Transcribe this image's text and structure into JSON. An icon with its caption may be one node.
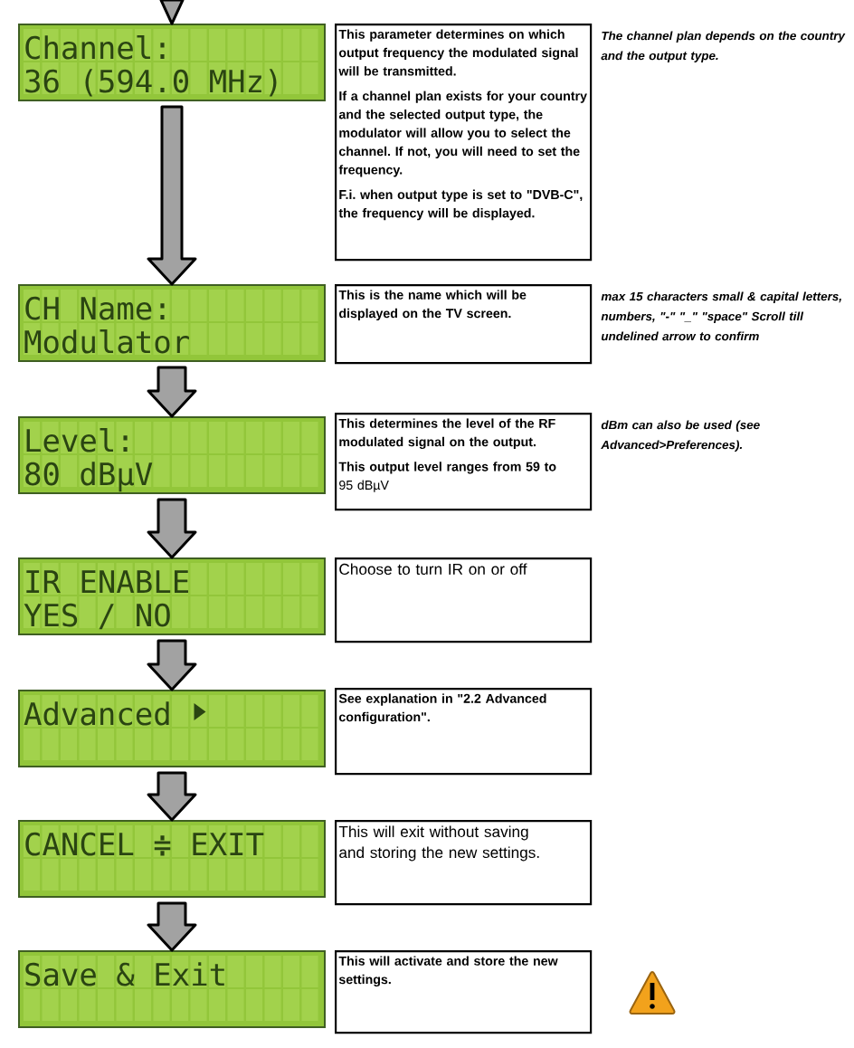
{
  "diagram": {
    "nodes": [
      {
        "text": [
          "Channel:",
          "36 (594.0 MHz)"
        ]
      },
      {
        "text": [
          "This parameter determines on which output frequency the modulated signal will be transmitted.",
          "If a channel plan exists for your country and the selected output type, the modulator will allow you to select the channel. If not, you will need to set the frequency.",
          "F.i. when output type is set to \"DVB-C\", the frequency will be displayed."
        ],
        "beside": [
          "The channel plan depends on the country and the output type."
        ]
      },
      {
        "text": [
          "CH Name:",
          "Modulator"
        ]
      },
      {
        "text": [
          "This is the name which will be displayed on the TV screen."
        ],
        "beside": [
          "max 15 characters small & capital letters, numbers, \"-\" \"_\" \"space\" Scroll till undelined arrow to confirm"
        ]
      },
      {
        "text": [
          "Level:",
          "80 dBµV"
        ]
      },
      {
        "text": [
          "This determines the level of the RF modulated signal on the output.",
          "**This output level ranges from 59 to** 95 dBµV"
        ],
        "beside": [
          "dBm can also be used (see Advanced>Preferences)."
        ]
      },
      {
        "text": [
          "IR ENABLE",
          "YES / NO"
        ]
      },
      {
        "text": [
          "Choose to turn IR on or off"
        ]
      },
      {
        "text": [
          "Advanced"
        ]
      },
      {
        "text": [
          "See explanation in \"2.2 Advanced configuration\"."
        ]
      },
      {
        "text": [
          "CANCEL ≑ EXIT"
        ]
      },
      {
        "text": [
          "This will exit without saving and storing the new settings."
        ]
      },
      {
        "text": [
          "Save & Exit"
        ]
      },
      {
        "text": [
          "This will activate and store the new settings."
        ]
      }
    ],
    "edges": [
      {
        "from": null,
        "to": 0,
        "arrow": "to"
      },
      {
        "from": 0,
        "to": 2,
        "arrow": "to"
      },
      {
        "from": 2,
        "to": 4,
        "arrow": "to"
      },
      {
        "from": 4,
        "to": 6,
        "arrow": "to"
      },
      {
        "from": 6,
        "to": 8,
        "arrow": "to"
      },
      {
        "from": 8,
        "to": 10,
        "arrow": "to"
      },
      {
        "from": 10,
        "to": 12,
        "arrow": "to"
      }
    ]
  }
}
